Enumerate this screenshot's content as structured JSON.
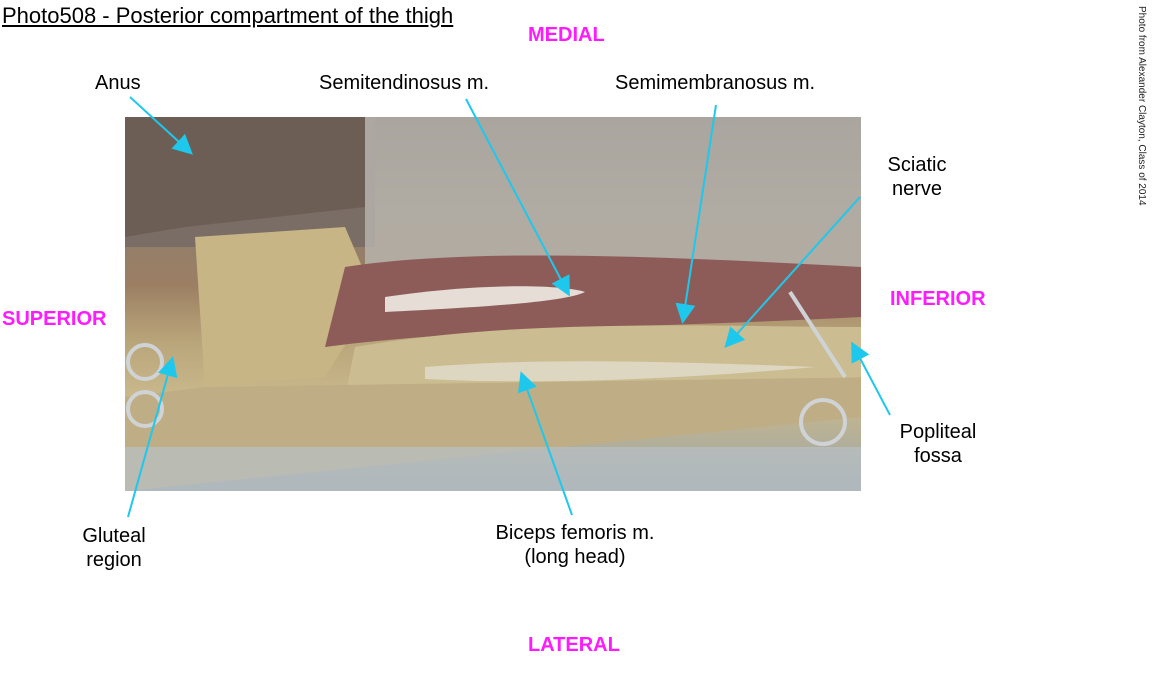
{
  "title": "Photo508 - Posterior compartment of the thigh",
  "credit": "Photo from Alexander Clayton, Class of 2014",
  "directions": {
    "medial": "MEDIAL",
    "lateral": "LATERAL",
    "superior": "SUPERIOR",
    "inferior": "INFERIOR"
  },
  "labels": {
    "anus": "Anus",
    "semitendinosus": "Semitendinosus m.",
    "semimembranosus": "Semimembranosus m.",
    "sciatic_1": "Sciatic",
    "sciatic_2": "nerve",
    "popliteal_1": "Popliteal",
    "popliteal_2": "fossa",
    "gluteal_1": "Gluteal",
    "gluteal_2": "region",
    "biceps_1": "Biceps femoris m.",
    "biceps_2": "(long head)"
  },
  "colors": {
    "pointer": "#1ec8ec",
    "direction": "#ff1aff"
  }
}
